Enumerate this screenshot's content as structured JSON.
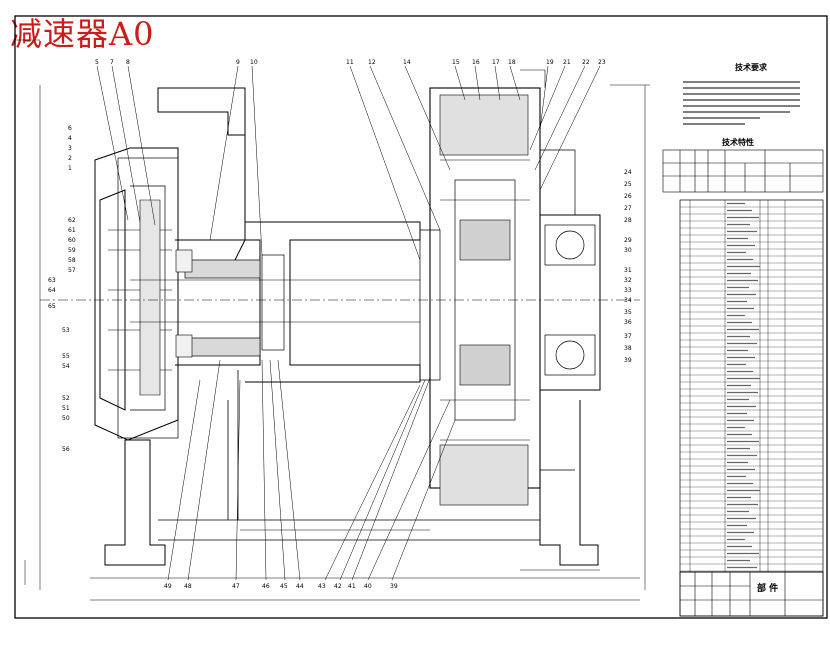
{
  "drawing": {
    "title": "减速器A0",
    "technical_requirements_title": "技术要求",
    "technical_characteristics_title": "技术特性",
    "block_label": "部 件"
  },
  "callouts": {
    "top": [
      "5",
      "7",
      "8",
      "9",
      "10",
      "11",
      "12",
      "14",
      "15",
      "16",
      "17",
      "18",
      "19",
      "21",
      "22",
      "23"
    ],
    "left": [
      "6",
      "4",
      "3",
      "2",
      "1",
      "62",
      "61",
      "60",
      "59",
      "58",
      "57",
      "63",
      "64",
      "65",
      "53",
      "55",
      "54",
      "52",
      "51",
      "50",
      "56"
    ],
    "right": [
      "24",
      "25",
      "26",
      "27",
      "28",
      "29",
      "30",
      "31",
      "32",
      "33",
      "34",
      "35",
      "36",
      "37",
      "38",
      "39"
    ],
    "bottom": [
      "49",
      "48",
      "47",
      "46",
      "45",
      "44",
      "43",
      "42",
      "41",
      "40",
      "39"
    ]
  },
  "colors": {
    "stamp": "#cc1b1b",
    "line": "#000000",
    "background": "#ffffff"
  }
}
